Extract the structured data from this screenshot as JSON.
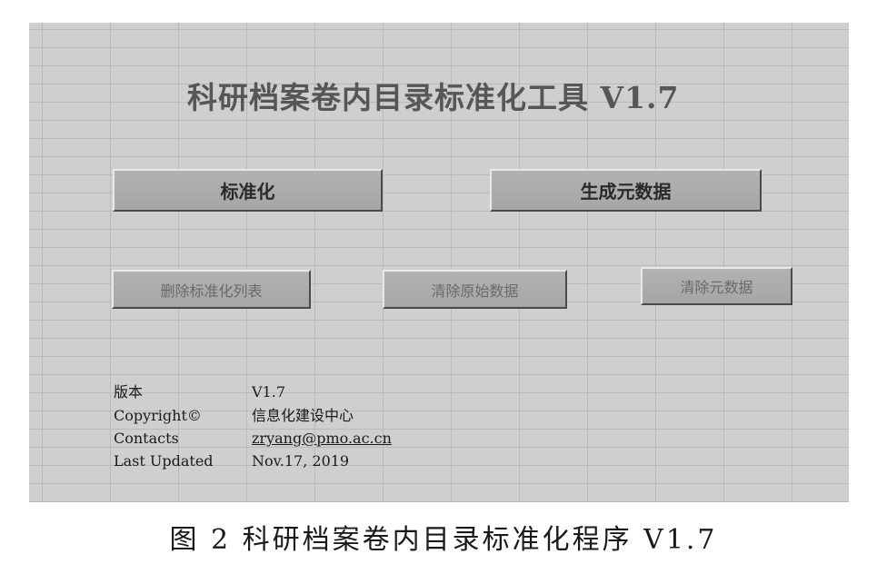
{
  "app": {
    "title": "科研档案卷内目录标准化工具  V1.7"
  },
  "buttons": {
    "standardize": "标准化",
    "generate_metadata": "生成元数据",
    "delete_list": "删除标准化列表",
    "clear_raw": "清除原始数据",
    "clear_metadata": "清除元数据"
  },
  "info": {
    "version_label": "版本",
    "version_value": "V1.7",
    "copyright_label": "Copyright©",
    "copyright_value": "信息化建设中心",
    "contacts_label": "Contacts",
    "contacts_value": "zryang@pmo.ac.cn",
    "updated_label": "Last Updated",
    "updated_value": "Nov.17, 2019"
  },
  "caption": "图 2   科研档案卷内目录标准化程序 V1.7"
}
